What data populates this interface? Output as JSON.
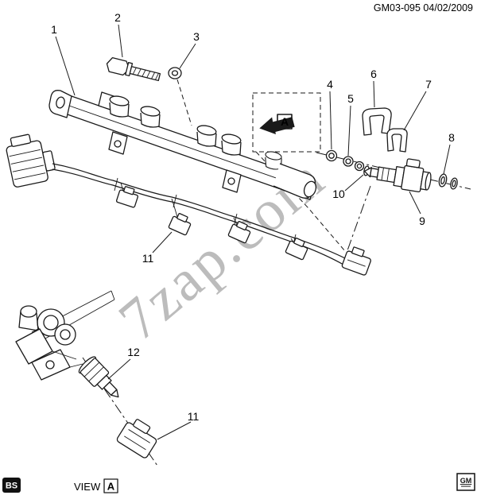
{
  "colors": {
    "background": "#ffffff",
    "line": "#1a1a1a",
    "watermark": "#bcbcbc"
  },
  "header": {
    "doc_ref": "GM03-095  04/02/2009"
  },
  "watermark": {
    "text": "7zap.com"
  },
  "diagram": {
    "section_marker": {
      "letter": "A"
    },
    "callouts": [
      {
        "id": "1"
      },
      {
        "id": "2"
      },
      {
        "id": "3"
      },
      {
        "id": "4"
      },
      {
        "id": "5"
      },
      {
        "id": "6"
      },
      {
        "id": "7"
      },
      {
        "id": "8"
      },
      {
        "id": "9"
      },
      {
        "id": "10"
      },
      {
        "id": "11"
      },
      {
        "id": "12"
      },
      {
        "id": "11"
      }
    ]
  },
  "footer": {
    "code": "BS",
    "view_label": "VIEW",
    "view_letter": "A",
    "logo": "GM"
  }
}
